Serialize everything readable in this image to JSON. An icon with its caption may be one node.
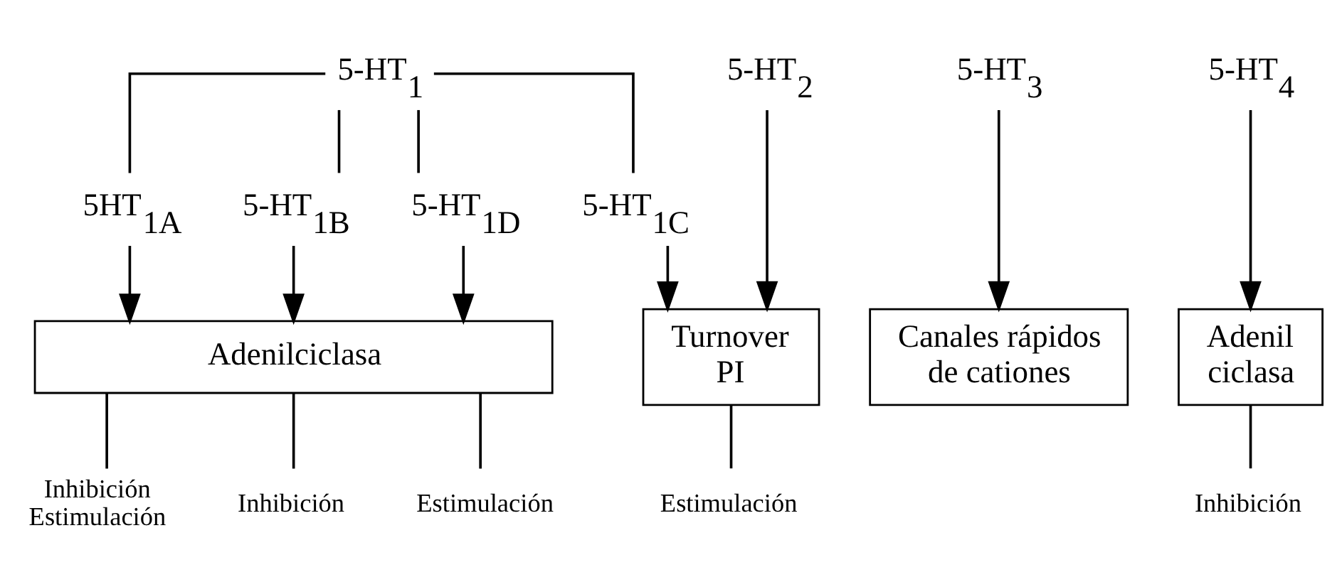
{
  "diagram": {
    "nodes": [
      {
        "text": [
          "5-HT$_{1}$"
        ]
      },
      {
        "text": [
          "5HT$_{1A}$"
        ]
      },
      {
        "text": [
          "5-HT$_{1B}$"
        ]
      },
      {
        "text": [
          "5-HT$_{1D}$"
        ]
      },
      {
        "text": [
          "5-HT$_{1C}$"
        ]
      },
      {
        "text": [
          "5-HT$_{2}$"
        ]
      },
      {
        "text": [
          "5-HT$_{3}$"
        ]
      },
      {
        "text": [
          "5-HT$_{4}$"
        ]
      },
      {
        "text": [
          "Adenilciclasa"
        ]
      },
      {
        "text": [
          "Turnover PI"
        ]
      },
      {
        "text": [
          "Canales rápidos de cationes"
        ]
      },
      {
        "text": [
          "Adenil ciclasa"
        ]
      },
      {
        "text": [
          "Inhibición Estimulación"
        ]
      },
      {
        "text": [
          "Inhibición"
        ]
      },
      {
        "text": [
          "Estimulación"
        ]
      },
      {
        "text": [
          "Estimulación"
        ]
      },
      {
        "text": [
          "Inhibición"
        ]
      }
    ],
    "edges": [
      {
        "from": 0,
        "to": 1,
        "arrow": "none"
      },
      {
        "from": 0,
        "to": 2,
        "arrow": "none"
      },
      {
        "from": 0,
        "to": 3,
        "arrow": "none"
      },
      {
        "from": 0,
        "to": 4,
        "arrow": "none"
      },
      {
        "from": 1,
        "to": 8,
        "arrow": "to"
      },
      {
        "from": 2,
        "to": 8,
        "arrow": "to"
      },
      {
        "from": 3,
        "to": 8,
        "arrow": "to"
      },
      {
        "from": 4,
        "to": 9,
        "arrow": "to"
      },
      {
        "from": 5,
        "to": 9,
        "arrow": "to"
      },
      {
        "from": 6,
        "to": 10,
        "arrow": "to"
      },
      {
        "from": 7,
        "to": 11,
        "arrow": "to"
      },
      {
        "from": 8,
        "to": 12,
        "arrow": "none"
      },
      {
        "from": 8,
        "to": 13,
        "arrow": "none"
      },
      {
        "from": 8,
        "to": 14,
        "arrow": "none"
      },
      {
        "from": 9,
        "to": 15,
        "arrow": "none"
      },
      {
        "from": 11,
        "to": 16,
        "arrow": "none"
      }
    ]
  }
}
